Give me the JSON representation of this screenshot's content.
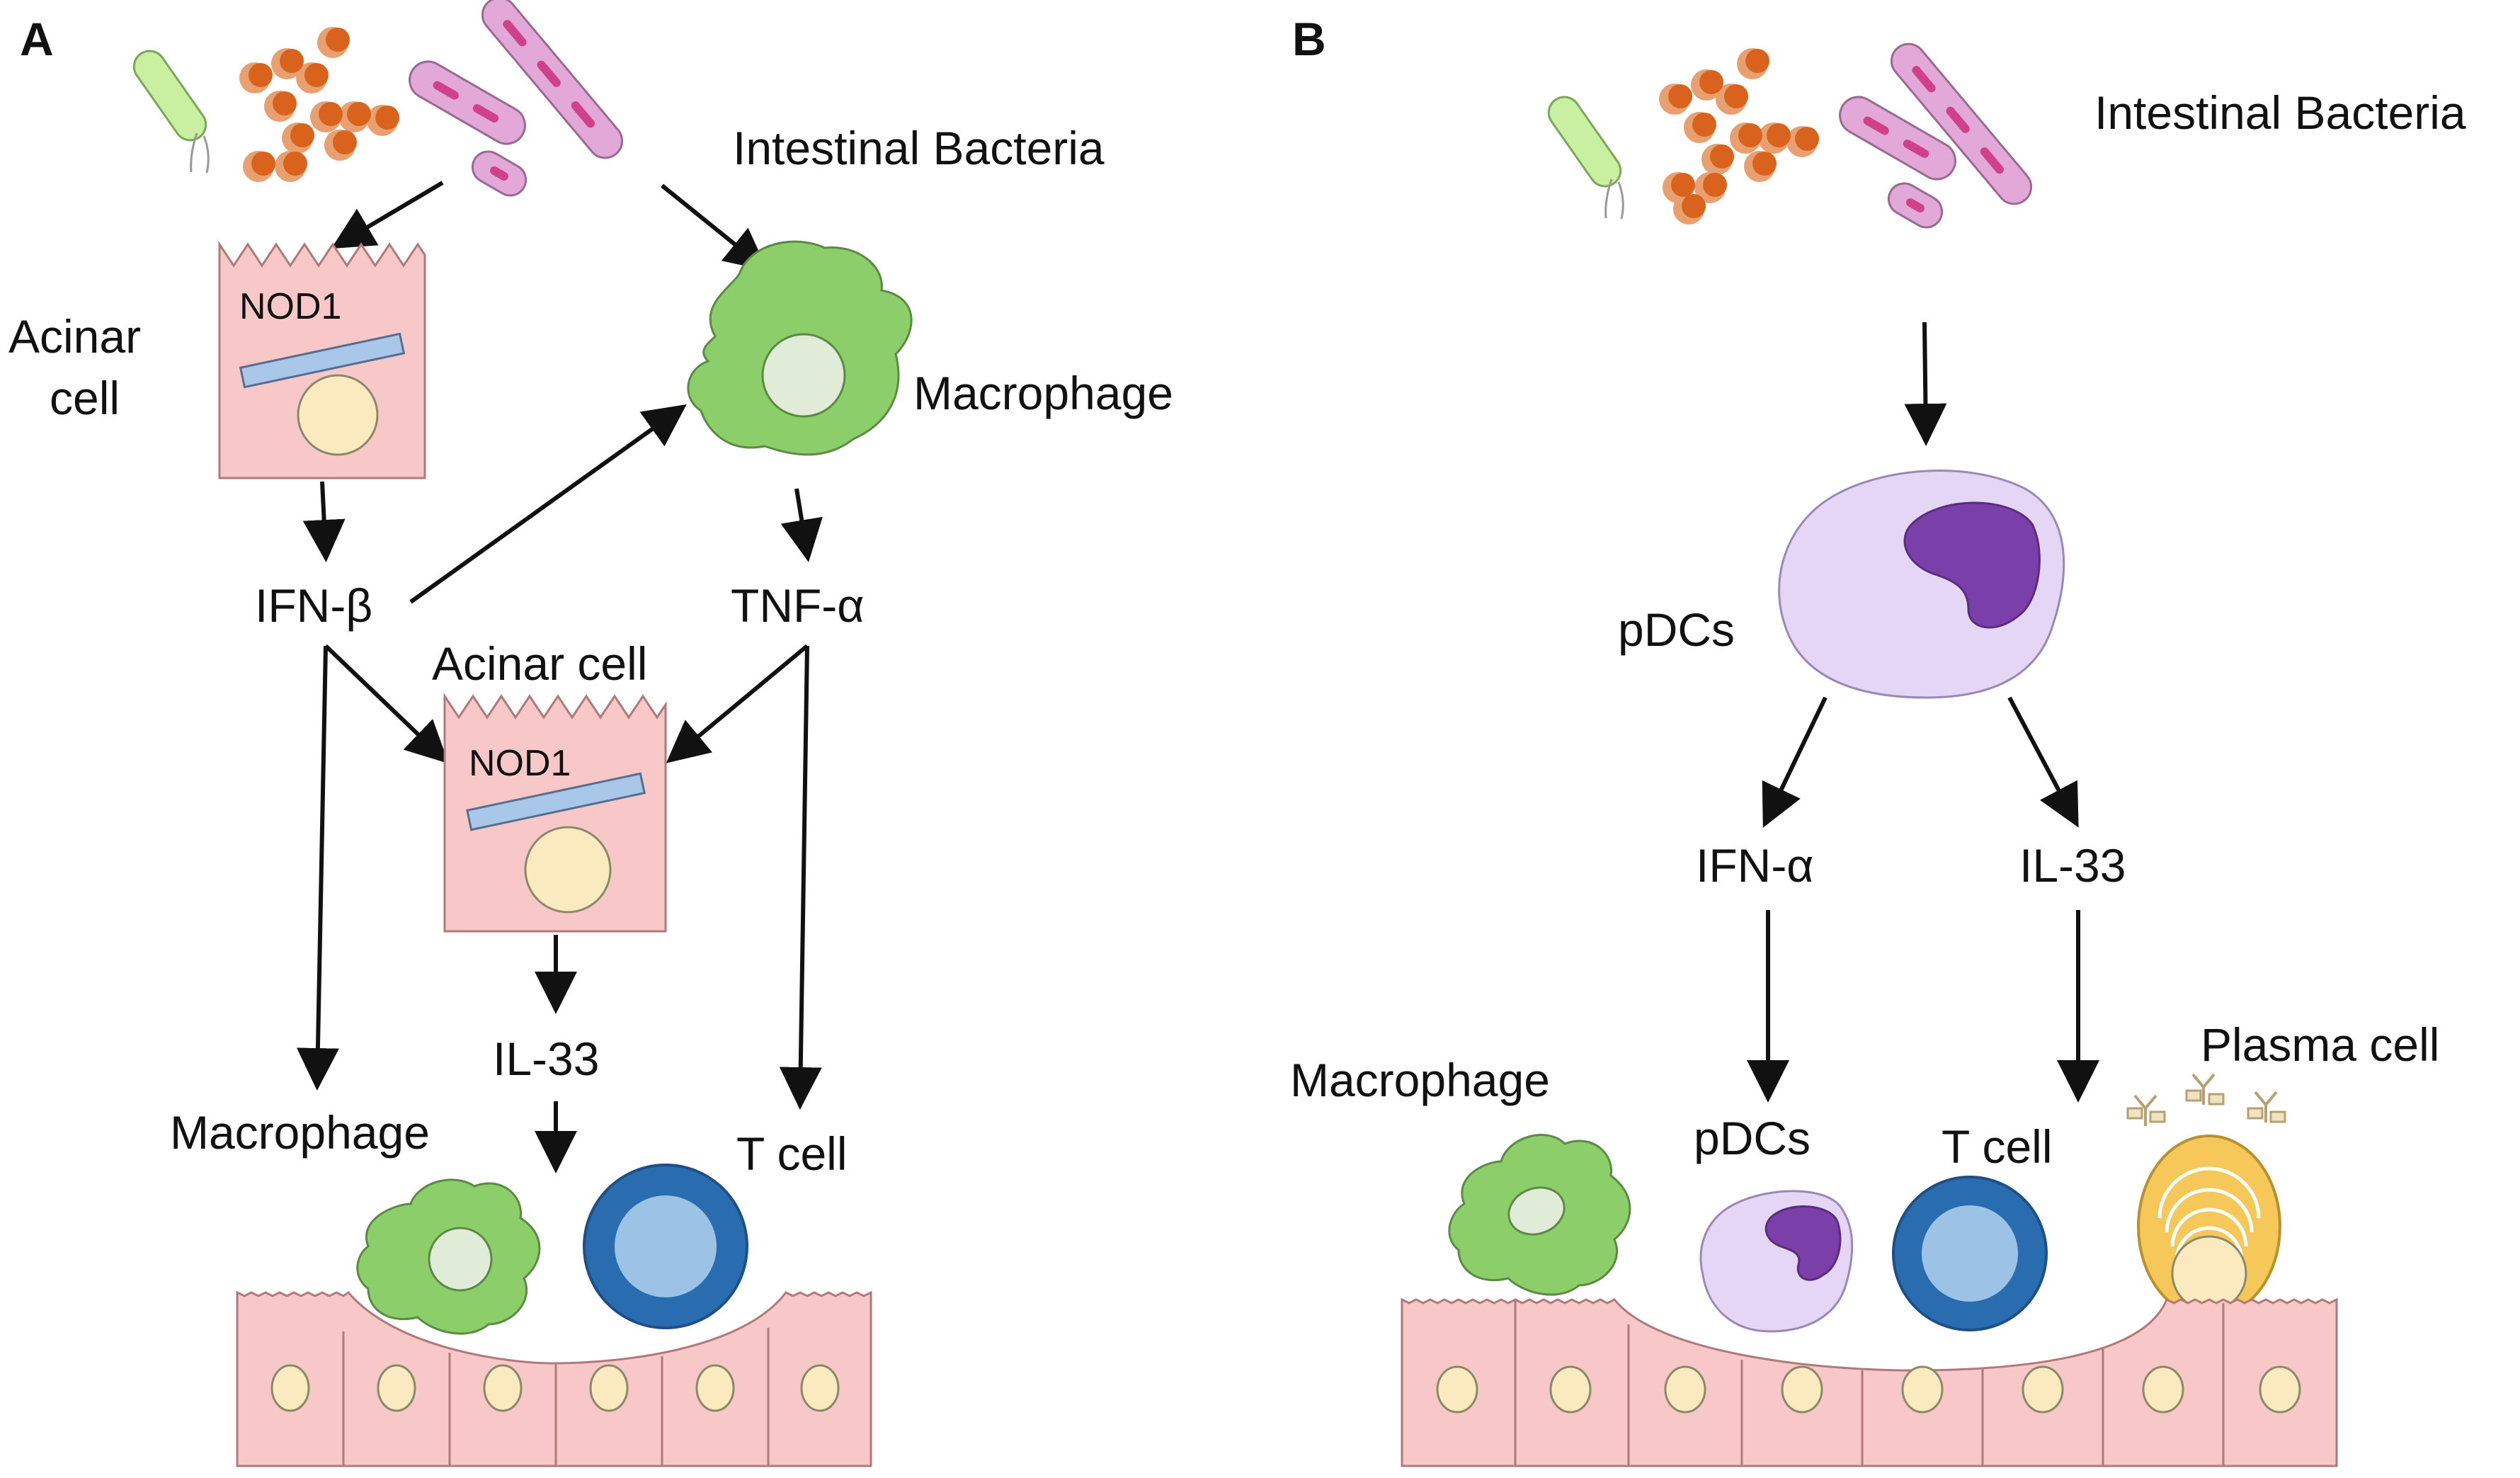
{
  "panels": {
    "a": {
      "label": "A",
      "bacteria_label": "Intestinal Bacteria",
      "acinar_cell_label_line1": "Acinar",
      "acinar_cell_label_line2": "cell",
      "nod1_top": "NOD1",
      "macrophage_label": "Macrophage",
      "ifn_beta": "IFN-β",
      "tnf_alpha": "TNF-α",
      "acinar_cell_mid": "Acinar cell",
      "nod1_mid": "NOD1",
      "il33": "IL-33",
      "macrophage_bottom": "Macrophage",
      "t_cell": "T cell"
    },
    "b": {
      "label": "B",
      "bacteria_label": "Intestinal Bacteria",
      "pdcs_label": "pDCs",
      "ifn_alpha": "IFN-α",
      "il33": "IL-33",
      "macrophage_label": "Macrophage",
      "pdcs_bottom": "pDCs",
      "t_cell": "T cell",
      "plasma_cell": "Plasma cell"
    }
  },
  "colors": {
    "acinar_fill": "#f8c8c8",
    "acinar_stroke": "#b07a7a",
    "nucleus_fill": "#fbeac0",
    "nod1_bar": "#a9c7e8",
    "macrophage_fill": "#8ccf6a",
    "macrophage_nucleus": "#e0ecd8",
    "tcell_outer": "#2a6cb0",
    "tcell_inner": "#9cc2e6",
    "pdc_fill": "#e4d6f4",
    "pdc_nucleus": "#7a3fa8",
    "plasma_fill": "#f6c85a",
    "bacteria_orange": "#d9621c",
    "bacteria_pink": "#e2a8d8",
    "bacteria_pink_stripe": "#d0418a",
    "bacteria_green": "#c8f0a0"
  }
}
